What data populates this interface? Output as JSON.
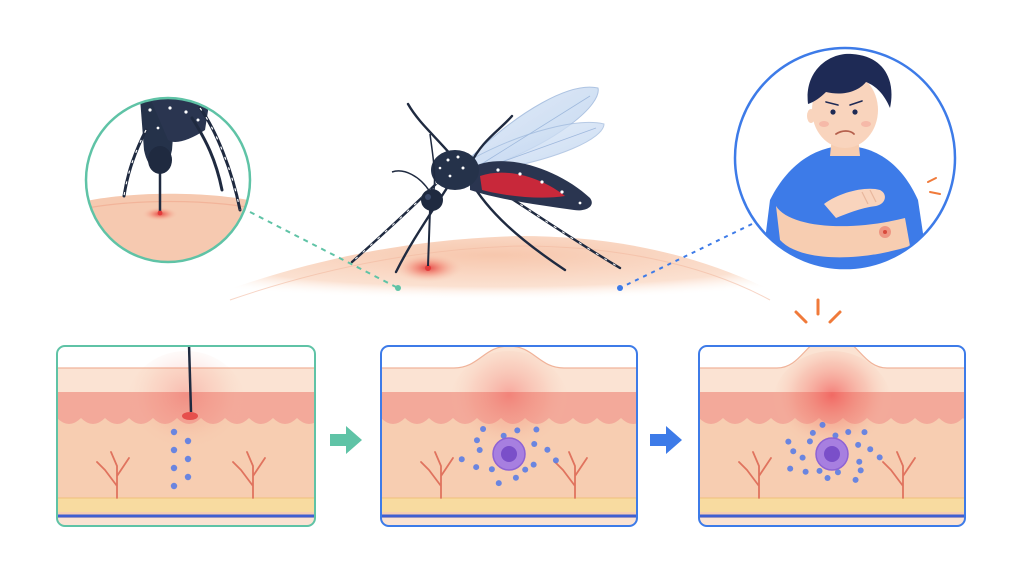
{
  "colors": {
    "background": "#ffffff",
    "skin_base": "#f6c9b0",
    "skin_light": "#fbe3d3",
    "epidermis": "#f3a99a",
    "dermis": "#f7cdb1",
    "fat_layer": "#f8dba0",
    "vessel_blue": "#3f5fd1",
    "bite_red": "#e23b3b",
    "capillary": "#e0735e",
    "particle_blue": "#5a7de6",
    "immune_cell": "#a77fe0",
    "immune_nucleus": "#7a4fc9",
    "mosquito_body": "#25324a",
    "mosquito_blood": "#c8283a",
    "wing": "#c8dcf2",
    "teal_frame": "#5fc3a6",
    "blue_frame": "#3d7be8",
    "shirt_blue": "#3d7be8",
    "hair": "#1e2a55",
    "alert_orange": "#f07a3a"
  },
  "icons": {
    "arrow_1": "arrow-right-icon",
    "arrow_2": "arrow-right-icon",
    "itch_alert": "alert-burst-icon"
  },
  "scene": {
    "mosquito": "mosquito-icon",
    "zoom_bite": "zoom-bite-circle",
    "zoom_person": "zoom-person-scratching-circle"
  },
  "stages": [
    {
      "id": "stage-bite",
      "frame_color": "#5fc3a6",
      "bump_height": 0,
      "particles": 7,
      "immune_cell": false,
      "inflammation": 0.3
    },
    {
      "id": "stage-immune",
      "frame_color": "#3d7be8",
      "bump_height": 22,
      "particles": 16,
      "immune_cell": true,
      "inflammation": 0.45
    },
    {
      "id": "stage-swelling",
      "frame_color": "#3d7be8",
      "bump_height": 32,
      "particles": 20,
      "immune_cell": true,
      "inflammation": 0.75
    }
  ]
}
